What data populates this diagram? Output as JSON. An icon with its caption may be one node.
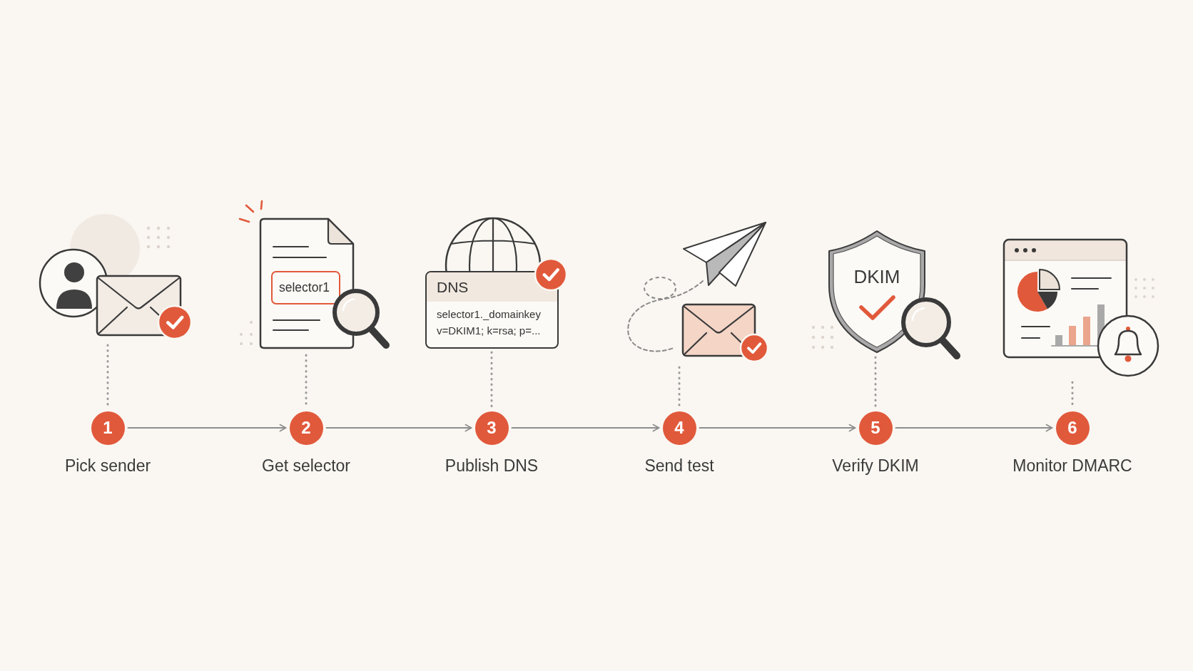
{
  "diagram": {
    "nodes": [
      {
        "text": [],
        "shape": "picture"
      },
      {
        "text": [],
        "shape": "picture"
      },
      {
        "text": [
          "selector1"
        ],
        "in": 1
      },
      {
        "text": [
          "DNS",
          "selector1._domainkey v=DKIM1; k=rsa; p=..."
        ]
      },
      {
        "text": [],
        "shape": "picture"
      },
      {
        "text": [
          "DKIM"
        ]
      },
      {
        "text": [],
        "shape": "picture"
      },
      {
        "text": [
          "1"
        ],
        "beside": [
          "Pick sender"
        ]
      },
      {
        "text": [
          "2"
        ],
        "beside": [
          "Get selector"
        ]
      },
      {
        "text": [
          "3"
        ],
        "beside": [
          "Publish DNS"
        ]
      },
      {
        "text": [
          "4"
        ],
        "beside": [
          "Send test"
        ]
      },
      {
        "text": [
          "5"
        ],
        "beside": [
          "Verify DKIM"
        ]
      },
      {
        "text": [
          "6"
        ],
        "beside": [
          "Monitor DMARC"
        ]
      }
    ],
    "edges": [
      {
        "from": 0,
        "to": 7,
        "arrow": "none",
        "style": "dashed"
      },
      {
        "from": 1,
        "to": 8,
        "arrow": "none",
        "style": "dashed"
      },
      {
        "from": 3,
        "to": 9,
        "arrow": "none",
        "style": "dashed"
      },
      {
        "from": 4,
        "to": 10,
        "arrow": "none",
        "style": "dashed"
      },
      {
        "from": 5,
        "to": 11,
        "arrow": "none",
        "style": "dashed"
      },
      {
        "from": 6,
        "to": 12,
        "arrow": "none",
        "style": "dashed"
      },
      {
        "from": 7,
        "to": 8,
        "arrow": "to"
      },
      {
        "from": 8,
        "to": 9,
        "arrow": "to"
      },
      {
        "from": 9,
        "to": 10,
        "arrow": "to"
      },
      {
        "from": 10,
        "to": 11,
        "arrow": "to"
      },
      {
        "from": 11,
        "to": 12,
        "arrow": "to"
      }
    ]
  }
}
